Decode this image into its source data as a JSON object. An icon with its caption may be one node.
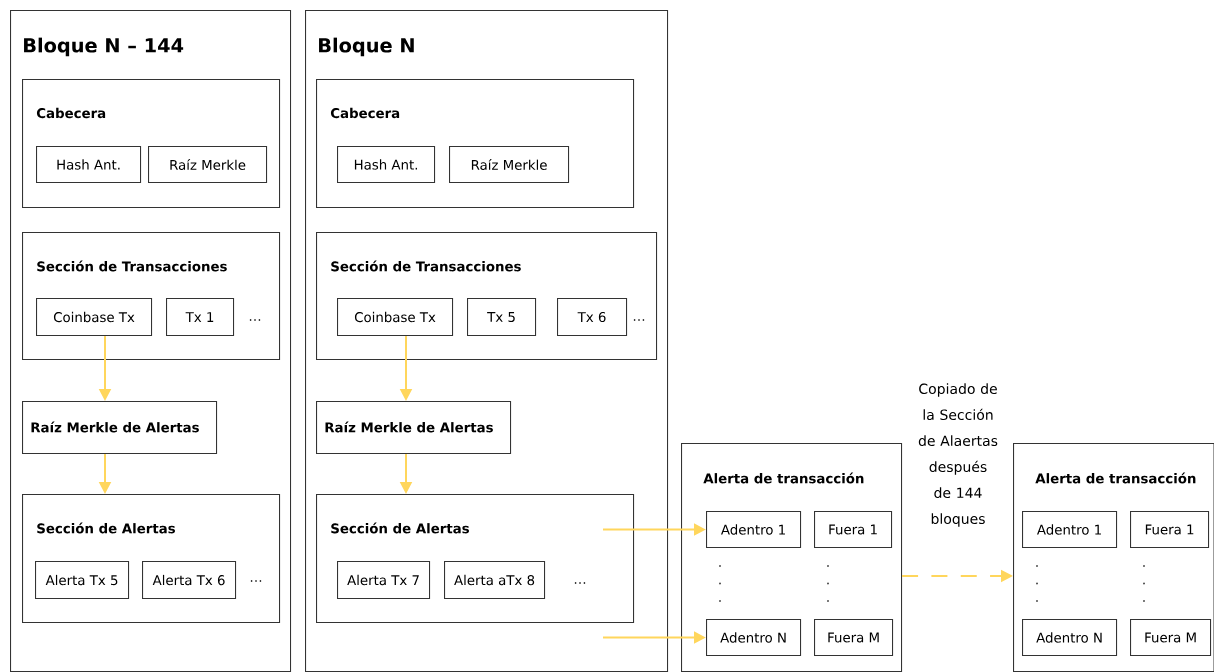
{
  "diagram": {
    "nodes": [
      {
        "text": [
          "Bloque N – 144"
        ]
      },
      {
        "text": [
          "Cabecera"
        ],
        "in": 0
      },
      {
        "text": [
          "Hash Ant."
        ],
        "in": 1
      },
      {
        "text": [
          "Raíz Merkle"
        ],
        "in": 1
      },
      {
        "text": [
          "Sección de Transacciones"
        ],
        "in": 0
      },
      {
        "text": [
          "Coinbase Tx"
        ],
        "in": 4
      },
      {
        "text": [
          "Tx 1"
        ],
        "in": 4
      },
      {
        "text": [
          "Raíz Merkle de Alertas"
        ],
        "in": 0
      },
      {
        "text": [
          "Sección de Alertas"
        ],
        "in": 0
      },
      {
        "text": [
          "Alerta Tx 5"
        ],
        "in": 8
      },
      {
        "text": [
          "Alerta Tx 6"
        ],
        "in": 8
      },
      {
        "text": [
          "Bloque N"
        ]
      },
      {
        "text": [
          "Cabecera"
        ],
        "in": 11
      },
      {
        "text": [
          "Hash Ant."
        ],
        "in": 12
      },
      {
        "text": [
          "Raíz Merkle"
        ],
        "in": 12
      },
      {
        "text": [
          "Sección de Transacciones"
        ],
        "in": 11
      },
      {
        "text": [
          "Coinbase Tx"
        ],
        "in": 15
      },
      {
        "text": [
          "Tx 5"
        ],
        "in": 15
      },
      {
        "text": [
          "Tx 6"
        ],
        "in": 15
      },
      {
        "text": [
          "Raíz Merkle de Alertas"
        ],
        "in": 11
      },
      {
        "text": [
          "Sección de Alertas"
        ],
        "in": 11
      },
      {
        "text": [
          "Alerta Tx 7"
        ],
        "in": 20
      },
      {
        "text": [
          "Alerta aTx 8"
        ],
        "in": 20
      },
      {
        "text": [
          "Alerta de transacción"
        ]
      },
      {
        "text": [
          "Adentro 1"
        ],
        "in": 23
      },
      {
        "text": [
          "Fuera 1"
        ],
        "in": 23
      },
      {
        "text": [
          "Adentro N"
        ],
        "in": 23
      },
      {
        "text": [
          "Fuera M"
        ],
        "in": 23
      },
      {
        "text": [
          "Alerta de transacción"
        ]
      },
      {
        "text": [
          "Adentro 1"
        ],
        "in": 28
      },
      {
        "text": [
          "Fuera 1"
        ],
        "in": 28
      },
      {
        "text": [
          "Adentro N"
        ],
        "in": 28
      },
      {
        "text": [
          "Fuera M"
        ],
        "in": 28
      }
    ],
    "edges": [
      {
        "from": 5,
        "to": 7,
        "arrow": "to"
      },
      {
        "from": 7,
        "to": 8,
        "arrow": "to"
      },
      {
        "from": 16,
        "to": 19,
        "arrow": "to"
      },
      {
        "from": 19,
        "to": 20,
        "arrow": "to"
      },
      {
        "from": null,
        "to": 24,
        "arrow": "to"
      },
      {
        "from": null,
        "to": 26,
        "arrow": "to"
      },
      {
        "from": 23,
        "to": 28,
        "arrow": "to",
        "style": "dashed",
        "label": "Copiado de la Sección de Alaertas después de 144 bloques"
      }
    ],
    "labels": [
      "…",
      "…",
      "…",
      "…"
    ]
  }
}
